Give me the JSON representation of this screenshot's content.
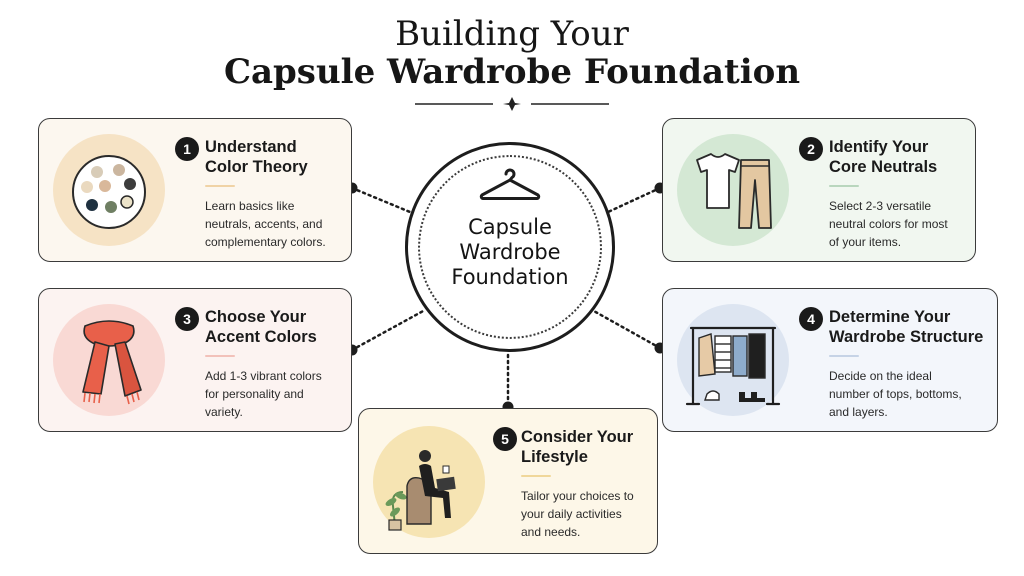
{
  "header": {
    "line1": "Building Your",
    "line2": "Capsule Wardrobe Foundation"
  },
  "center": {
    "line1": "Capsule",
    "line2": "Wardrobe",
    "line3": "Foundation"
  },
  "steps": [
    {
      "number": "1",
      "title_line1": "Understand",
      "title_line2": "Color Theory",
      "desc_lines": [
        "Learn basics like",
        "neutrals, accents, and",
        "complementary colors."
      ],
      "accent_color": "#f0d3a6",
      "thumb_bg": "#f6e3c5",
      "icon": "color-palette-icon"
    },
    {
      "number": "2",
      "title_line1": "Identify Your",
      "title_line2": "Core Neutrals",
      "desc_lines": [
        "Select 2-3 versatile",
        "neutral colors for most",
        "of your items."
      ],
      "accent_color": "#b9d6bd",
      "thumb_bg": "#d4e8d4",
      "icon": "tshirt-and-trousers-icon"
    },
    {
      "number": "3",
      "title_line1": "Choose Your",
      "title_line2": "Accent Colors",
      "desc_lines": [
        "Add 1-3 vibrant colors",
        "for personality and",
        "variety."
      ],
      "accent_color": "#f2c1ba",
      "thumb_bg": "#f9d9d4",
      "icon": "scarf-icon"
    },
    {
      "number": "4",
      "title_line1": "Determine Your",
      "title_line2": "Wardrobe Structure",
      "desc_lines": [
        "Decide on the ideal",
        "number of tops, bottoms,",
        "and layers."
      ],
      "accent_color": "#c6d3e6",
      "thumb_bg": "#dde5f1",
      "icon": "clothing-rack-icon"
    },
    {
      "number": "5",
      "title_line1": "Consider Your",
      "title_line2": "Lifestyle",
      "desc_lines": [
        "Tailor your choices to",
        "your daily activities",
        "and needs."
      ],
      "accent_color": "#f0d79a",
      "thumb_bg": "#f6e4b3",
      "icon": "person-with-laptop-icon"
    }
  ]
}
